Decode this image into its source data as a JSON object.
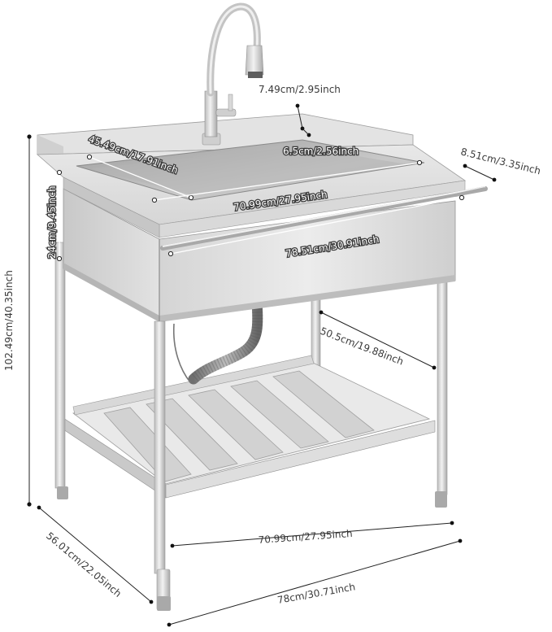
{
  "dimensions": {
    "faucet_reach": "7.49cm/2.95inch",
    "bowl_width": "45.49cm/17.91inch",
    "drain_offset": "6.5cm/2.56inch",
    "backsplash_depth": "8.51cm/3.35inch",
    "bowl_length": "70.99cm/27.95inch",
    "bowl_depth": "24cm/9.45inch",
    "cabinet_width": "78.51cm/30.91inch",
    "total_height": "102.49cm/40.35inch",
    "leg_spacing": "50.5cm/19.88inch",
    "shelf_length": "70.99cm/27.95inch",
    "base_depth": "56.01cm/22.05inch",
    "base_width": "78cm/30.71inch"
  },
  "colors": {
    "steel_light": "#e6e6e6",
    "steel_mid": "#cfcfcf",
    "steel_dark": "#a9a9a9",
    "dimension_line": "#222222"
  }
}
